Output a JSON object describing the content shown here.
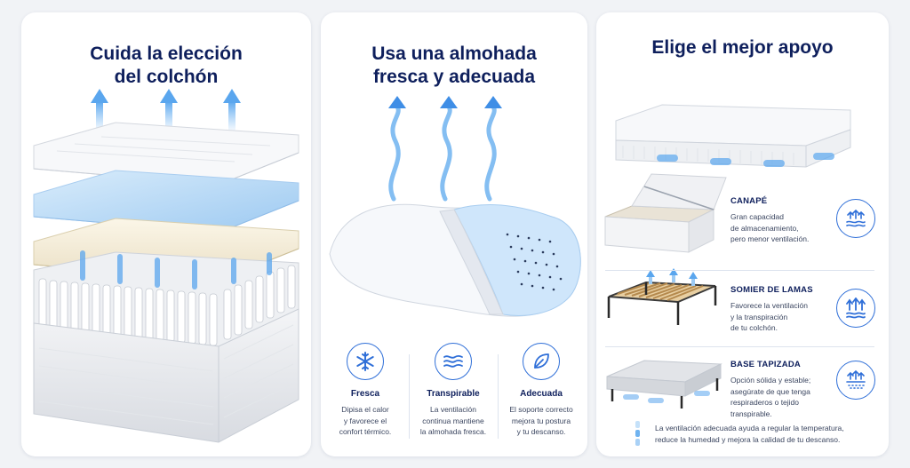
{
  "panel1": {
    "title_line1": "Cuida la elección",
    "title_line2": "del colchón"
  },
  "panel2": {
    "title_line1": "Usa una almohada",
    "title_line2": "fresca y adecuada",
    "features": [
      {
        "icon": "snowflake-icon",
        "title": "Fresca",
        "desc": [
          "Dipisa el calor",
          "y favorece el",
          "confort térmico."
        ]
      },
      {
        "icon": "air-waves-icon",
        "title": "Transpirable",
        "desc": [
          "La ventilación",
          "continua mantiene",
          "la almohada fresca."
        ]
      },
      {
        "icon": "leaf-icon",
        "title": "Adecuada",
        "desc": [
          "El soporte correcto",
          "mejora tu postura",
          "y tu descanso."
        ]
      }
    ]
  },
  "panel3": {
    "title": "Elige el mejor apoyo",
    "options": [
      {
        "title": "CANAPÉ",
        "desc": [
          "Gran capacidad",
          "de almacenamiento,",
          "pero menor ventilación."
        ],
        "icon": "low-ventilation-icon"
      },
      {
        "title": "SOMIER DE LAMAS",
        "desc": [
          "Favorece la ventilación",
          "y la transpiración",
          "de tu colchón."
        ],
        "icon": "high-ventilation-icon"
      },
      {
        "title": "BASE TAPIZADA",
        "desc": [
          "Opción sólida y estable;",
          "asegúrate de que tenga",
          "respiraderos o tejido",
          "transpirable."
        ],
        "icon": "breathable-fabric-icon"
      }
    ],
    "footnote": [
      "La ventilación adecuada ayuda a regular la temperatura,",
      "reduce la humedad y mejora la calidad de tu descanso."
    ]
  },
  "colors": {
    "navy": "#0e1f5c",
    "accent": "#2f6fd8",
    "air": "#7fbef5"
  }
}
